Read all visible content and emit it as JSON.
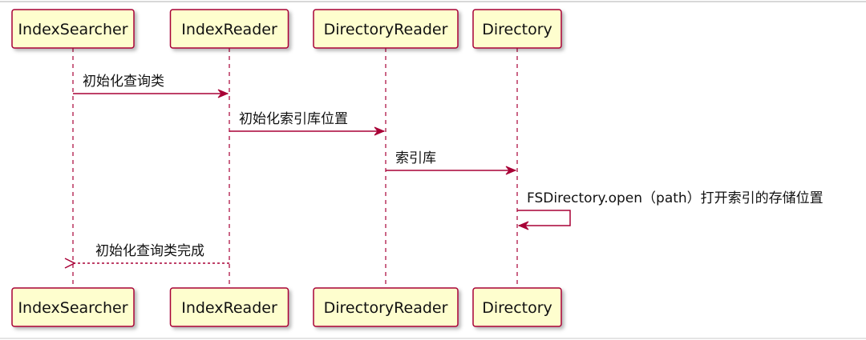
{
  "participants": [
    {
      "id": "indexsearcher",
      "label": "IndexSearcher"
    },
    {
      "id": "indexreader",
      "label": "IndexReader"
    },
    {
      "id": "directoryreader",
      "label": "DirectoryReader"
    },
    {
      "id": "directory",
      "label": "Directory"
    }
  ],
  "messages": [
    {
      "from": "indexsearcher",
      "to": "indexreader",
      "label": "初始化查询类",
      "style": "solid"
    },
    {
      "from": "indexreader",
      "to": "directoryreader",
      "label": "初始化索引库位置",
      "style": "solid"
    },
    {
      "from": "directoryreader",
      "to": "directory",
      "label": "索引库",
      "style": "solid"
    },
    {
      "from": "directory",
      "to": "directory",
      "label": "FSDirectory.open（path）打开索引的存储位置",
      "style": "solid"
    },
    {
      "from": "indexreader",
      "to": "indexsearcher",
      "label": "初始化查询类完成",
      "style": "dashed"
    }
  ],
  "colors": {
    "box_fill": "#fefece",
    "line": "#a80036",
    "text": "#111111"
  }
}
